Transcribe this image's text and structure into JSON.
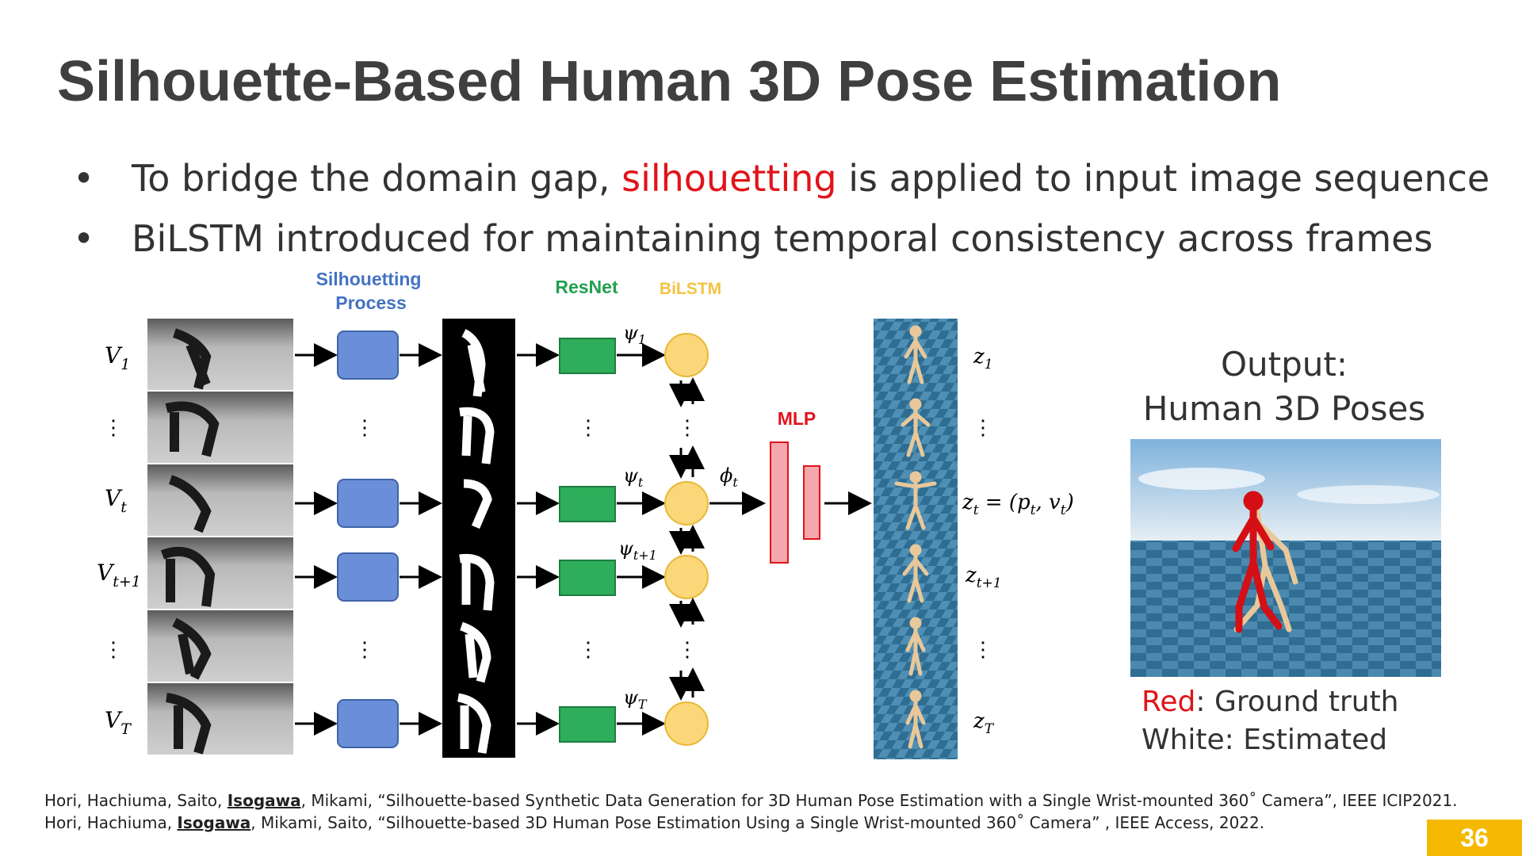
{
  "title": "Silhouette-Based Human 3D Pose Estimation",
  "bullets": [
    {
      "before": "To bridge the domain gap, ",
      "highlight": "silhouetting",
      "after": " is applied to input  image sequence"
    },
    {
      "text": "BiLSTM introduced for maintaining temporal consistency across frames"
    }
  ],
  "bullet_glyph": "•",
  "diagram": {
    "stage_labels": {
      "silhouetting_line1": "Silhouetting",
      "silhouetting_line2": "Process",
      "resnet": "ResNet",
      "bilstm": "BiLSTM",
      "mlp": "MLP"
    },
    "input_labels": [
      {
        "main": "V",
        "sub": "1"
      },
      {
        "main": "V",
        "sub": "t"
      },
      {
        "main": "V",
        "sub": "t+1"
      },
      {
        "main": "V",
        "sub": "T"
      }
    ],
    "psi_labels": [
      {
        "main": "ψ",
        "sub": "1"
      },
      {
        "main": "ψ",
        "sub": "t"
      },
      {
        "main": "ψ",
        "sub": "t+1"
      },
      {
        "main": "ψ",
        "sub": "T"
      }
    ],
    "phi_label": {
      "main": "ϕ",
      "sub": "t"
    },
    "output_labels": [
      {
        "main": "z",
        "sub": "1"
      },
      {
        "main": "z",
        "sub": "t",
        "suffix": " = (p",
        "suffix_sub": "t",
        "suffix2": ", v",
        "suffix2_sub": "t",
        "suffix3": ")"
      },
      {
        "main": "z",
        "sub": "t+1"
      },
      {
        "main": "z",
        "sub": "T"
      }
    ],
    "ellipsis": "⋮",
    "colors": {
      "silhouetting": "#4472c4",
      "silhouetting_box": "#6a8fd8",
      "resnet": "#22a050",
      "resnet_box": "#2ead5a",
      "bilstm": "#f5c242",
      "bilstm_circle": "#fcd77a",
      "mlp": "#e0141a",
      "mlp_box": "#f4a8ae",
      "floor": "#3f7fa3"
    }
  },
  "output_panel": {
    "title_line1": "Output:",
    "title_line2": "Human 3D Poses",
    "legend_red_word": "Red",
    "legend_red_rest": ": Ground truth",
    "legend_white": "White: Estimated"
  },
  "references": [
    {
      "pre": "Hori, Hachiuma, Saito, ",
      "author": "Isogawa",
      "post": ", Mikami, “Silhouette-based Synthetic Data Generation for 3D Human Pose Estimation with a Single Wrist-mounted 360˚ Camera”, IEEE ICIP2021."
    },
    {
      "pre": "Hori, Hachiuma, ",
      "author": "Isogawa",
      "post": ", Mikami, Saito, “Silhouette-based 3D Human Pose Estimation Using a Single Wrist-mounted 360˚ Camera” , IEEE Access, 2022."
    }
  ],
  "page_number": "36"
}
